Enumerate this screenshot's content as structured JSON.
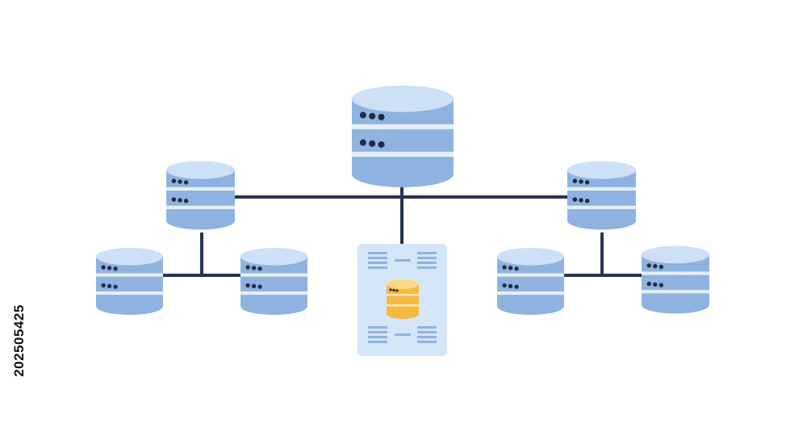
{
  "diagram": {
    "type": "database-network",
    "nodes": [
      {
        "id": "central-db",
        "role": "primary database",
        "rows": 2
      },
      {
        "id": "left-db",
        "role": "database",
        "rows": 2
      },
      {
        "id": "right-db",
        "role": "database",
        "rows": 2
      },
      {
        "id": "far-left-db",
        "role": "database",
        "rows": 2
      },
      {
        "id": "inner-left-db",
        "role": "database",
        "rows": 2
      },
      {
        "id": "inner-right-db",
        "role": "database",
        "rows": 2
      },
      {
        "id": "far-right-db",
        "role": "database",
        "rows": 2
      },
      {
        "id": "document-card",
        "role": "document with database icon"
      }
    ],
    "connections": [
      [
        "left-db",
        "right-db"
      ],
      [
        "central-db",
        "document-card"
      ],
      [
        "left-db",
        "far-left-db"
      ],
      [
        "left-db",
        "inner-left-db"
      ],
      [
        "right-db",
        "inner-right-db"
      ],
      [
        "right-db",
        "far-right-db"
      ]
    ]
  },
  "colors": {
    "db_body": "#8fb3e0",
    "db_top": "#cde0f6",
    "db_band": "#e6f0fb",
    "dots": "#1f2c44",
    "lines": "#26344f",
    "card": "#d5e6f8",
    "card_lines": "#8fb3e0",
    "mini_db": "#f5b942",
    "mini_db_top": "#fbd986"
  },
  "watermark_id": "202505425"
}
